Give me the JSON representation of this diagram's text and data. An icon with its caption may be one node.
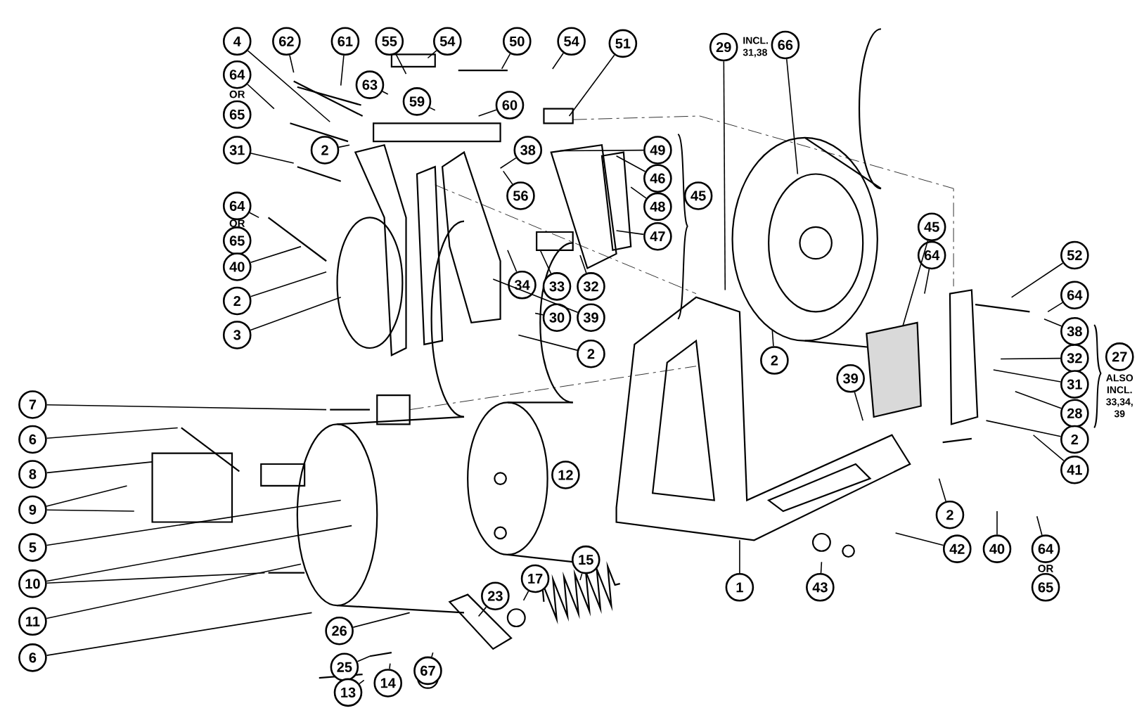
{
  "diagram": {
    "nodes": [
      {
        "text": [
          "4"
        ]
      },
      {
        "text": [
          "62"
        ]
      },
      {
        "text": [
          "61"
        ]
      },
      {
        "text": [
          "55"
        ]
      },
      {
        "text": [
          "54"
        ]
      },
      {
        "text": [
          "50"
        ]
      },
      {
        "text": [
          "54"
        ]
      },
      {
        "text": [
          "51"
        ]
      },
      {
        "text": [
          "29"
        ],
        "beside": [
          "INCL. 31,38"
        ]
      },
      {
        "text": [
          "66"
        ]
      },
      {
        "text": [
          "64"
        ]
      },
      {
        "text": [
          "65"
        ]
      },
      {
        "text": [
          "63"
        ]
      },
      {
        "text": [
          "59"
        ]
      },
      {
        "text": [
          "60"
        ]
      },
      {
        "text": [
          "2"
        ]
      },
      {
        "text": [
          "31"
        ]
      },
      {
        "text": [
          "38"
        ]
      },
      {
        "text": [
          "49"
        ]
      },
      {
        "text": [
          "46"
        ]
      },
      {
        "text": [
          "56"
        ]
      },
      {
        "text": [
          "48"
        ]
      },
      {
        "text": [
          "45"
        ]
      },
      {
        "text": [
          "64"
        ]
      },
      {
        "text": [
          "65"
        ]
      },
      {
        "text": [
          "40"
        ]
      },
      {
        "text": [
          "47"
        ]
      },
      {
        "text": [
          "2"
        ]
      },
      {
        "text": [
          "34"
        ]
      },
      {
        "text": [
          "33"
        ]
      },
      {
        "text": [
          "32"
        ]
      },
      {
        "text": [
          "30"
        ]
      },
      {
        "text": [
          "39"
        ]
      },
      {
        "text": [
          "3"
        ]
      },
      {
        "text": [
          "2"
        ]
      },
      {
        "text": [
          "45"
        ]
      },
      {
        "text": [
          "64"
        ]
      },
      {
        "text": [
          "52"
        ]
      },
      {
        "text": [
          "64"
        ]
      },
      {
        "text": [
          "38"
        ]
      },
      {
        "text": [
          "32"
        ]
      },
      {
        "text": [
          "31"
        ]
      },
      {
        "text": [
          "28"
        ]
      },
      {
        "text": [
          "27"
        ],
        "beside": [
          "ALSO INCL. 33,34, 39"
        ]
      },
      {
        "text": [
          "2"
        ]
      },
      {
        "text": [
          "41"
        ]
      },
      {
        "text": [
          "2"
        ]
      },
      {
        "text": [
          "39"
        ]
      },
      {
        "text": [
          "2"
        ]
      },
      {
        "text": [
          "40"
        ]
      },
      {
        "text": [
          "64"
        ]
      },
      {
        "text": [
          "65"
        ]
      },
      {
        "text": [
          "42"
        ]
      },
      {
        "text": [
          "43"
        ]
      },
      {
        "text": [
          "1"
        ]
      },
      {
        "text": [
          "7"
        ]
      },
      {
        "text": [
          "6"
        ]
      },
      {
        "text": [
          "8"
        ]
      },
      {
        "text": [
          "9"
        ]
      },
      {
        "text": [
          "5"
        ]
      },
      {
        "text": [
          "10"
        ]
      },
      {
        "text": [
          "11"
        ]
      },
      {
        "text": [
          "6"
        ]
      },
      {
        "text": [
          "26"
        ]
      },
      {
        "text": [
          "25"
        ]
      },
      {
        "text": [
          "13"
        ]
      },
      {
        "text": [
          "14"
        ]
      },
      {
        "text": [
          "67"
        ]
      },
      {
        "text": [
          "23"
        ]
      },
      {
        "text": [
          "17"
        ]
      },
      {
        "text": [
          "15"
        ]
      },
      {
        "text": [
          "12"
        ]
      }
    ],
    "edges": [
      {
        "from": 0,
        "to": null,
        "arrow": "none"
      },
      {
        "from": 1,
        "to": null,
        "arrow": "none"
      },
      {
        "from": 2,
        "to": null,
        "arrow": "none"
      },
      {
        "from": 3,
        "to": null,
        "arrow": "none"
      },
      {
        "from": 4,
        "to": null,
        "arrow": "none"
      },
      {
        "from": 5,
        "to": null,
        "arrow": "none"
      },
      {
        "from": 6,
        "to": null,
        "arrow": "none"
      },
      {
        "from": 7,
        "to": null,
        "arrow": "none"
      },
      {
        "from": 8,
        "to": null,
        "arrow": "none"
      },
      {
        "from": 9,
        "to": null,
        "arrow": "none"
      },
      {
        "from": 10,
        "to": null,
        "arrow": "none"
      },
      {
        "from": 12,
        "to": null,
        "arrow": "none"
      },
      {
        "from": 13,
        "to": null,
        "arrow": "none"
      },
      {
        "from": 14,
        "to": null,
        "arrow": "none"
      },
      {
        "from": 15,
        "to": null,
        "arrow": "none"
      },
      {
        "from": 16,
        "to": null,
        "arrow": "none"
      },
      {
        "from": 17,
        "to": null,
        "arrow": "none"
      },
      {
        "from": 18,
        "to": null,
        "arrow": "none"
      },
      {
        "from": 19,
        "to": null,
        "arrow": "none"
      },
      {
        "from": 20,
        "to": null,
        "arrow": "none"
      },
      {
        "from": 21,
        "to": null,
        "arrow": "none"
      },
      {
        "from": 23,
        "to": null,
        "arrow": "none"
      },
      {
        "from": 25,
        "to": null,
        "arrow": "none"
      },
      {
        "from": 26,
        "to": null,
        "arrow": "none"
      },
      {
        "from": 27,
        "to": null,
        "arrow": "none"
      },
      {
        "from": 28,
        "to": null,
        "arrow": "none"
      },
      {
        "from": 29,
        "to": null,
        "arrow": "none"
      },
      {
        "from": 30,
        "to": null,
        "arrow": "none"
      },
      {
        "from": 31,
        "to": null,
        "arrow": "none"
      },
      {
        "from": 32,
        "to": null,
        "arrow": "none"
      },
      {
        "from": 33,
        "to": null,
        "arrow": "none"
      },
      {
        "from": 34,
        "to": null,
        "arrow": "none"
      },
      {
        "from": 35,
        "to": null,
        "arrow": "none"
      },
      {
        "from": 36,
        "to": null,
        "arrow": "none"
      },
      {
        "from": 37,
        "to": null,
        "arrow": "none"
      },
      {
        "from": 38,
        "to": null,
        "arrow": "none"
      },
      {
        "from": 39,
        "to": null,
        "arrow": "none"
      },
      {
        "from": 40,
        "to": null,
        "arrow": "none"
      },
      {
        "from": 41,
        "to": null,
        "arrow": "none"
      },
      {
        "from": 42,
        "to": null,
        "arrow": "none"
      },
      {
        "from": 44,
        "to": null,
        "arrow": "none"
      },
      {
        "from": 45,
        "to": null,
        "arrow": "none"
      },
      {
        "from": 46,
        "to": null,
        "arrow": "none"
      },
      {
        "from": 47,
        "to": null,
        "arrow": "none"
      },
      {
        "from": 48,
        "to": null,
        "arrow": "none"
      },
      {
        "from": 49,
        "to": null,
        "arrow": "none"
      },
      {
        "from": 50,
        "to": null,
        "arrow": "none"
      },
      {
        "from": 52,
        "to": null,
        "arrow": "none"
      },
      {
        "from": 53,
        "to": null,
        "arrow": "none"
      },
      {
        "from": 54,
        "to": null,
        "arrow": "none"
      },
      {
        "from": 55,
        "to": null,
        "arrow": "none"
      },
      {
        "from": 56,
        "to": null,
        "arrow": "none"
      },
      {
        "from": 57,
        "to": null,
        "arrow": "none"
      },
      {
        "from": 58,
        "to": null,
        "arrow": "none"
      },
      {
        "from": 58,
        "to": null,
        "arrow": "none"
      },
      {
        "from": 59,
        "to": null,
        "arrow": "none"
      },
      {
        "from": 60,
        "to": null,
        "arrow": "none"
      },
      {
        "from": 60,
        "to": null,
        "arrow": "none"
      },
      {
        "from": 61,
        "to": null,
        "arrow": "none"
      },
      {
        "from": 62,
        "to": null,
        "arrow": "none"
      },
      {
        "from": 63,
        "to": null,
        "arrow": "none"
      },
      {
        "from": 64,
        "to": null,
        "arrow": "none"
      },
      {
        "from": 65,
        "to": null,
        "arrow": "none"
      },
      {
        "from": 66,
        "to": null,
        "arrow": "none"
      },
      {
        "from": 67,
        "to": null,
        "arrow": "none"
      },
      {
        "from": 68,
        "to": null,
        "arrow": "none"
      },
      {
        "from": 69,
        "to": null,
        "arrow": "none"
      },
      {
        "from": 70,
        "to": null,
        "arrow": "none"
      }
    ],
    "labels": [
      "OR",
      "OR",
      "OR"
    ]
  }
}
